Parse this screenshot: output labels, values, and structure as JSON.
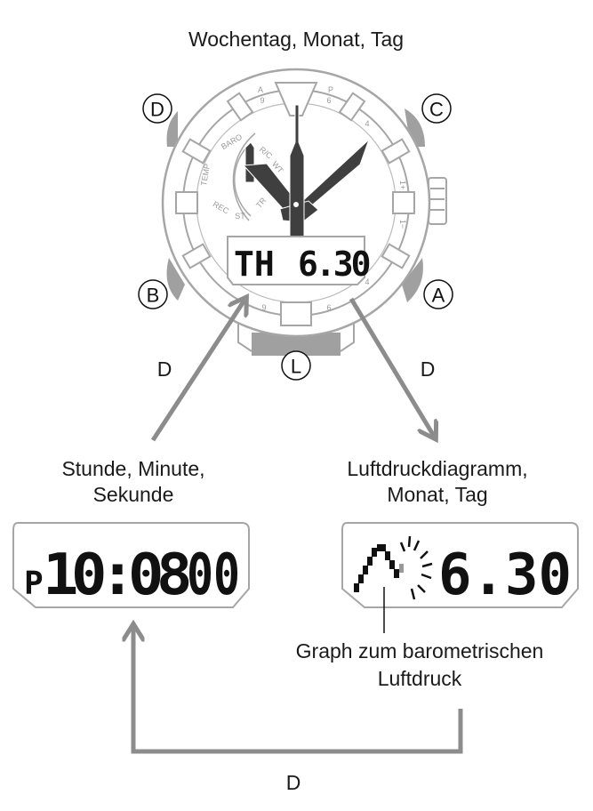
{
  "top_label": "Wochentag, Monat, Tag",
  "buttons": {
    "a": "A",
    "b": "B",
    "c": "C",
    "d": "D",
    "l": "L"
  },
  "watch_lcd": {
    "day": "TH",
    "date": "6.30"
  },
  "dial_marks": {
    "baro": "BARO",
    "temp": "TEMP",
    "rec": "REC",
    "st": "ST",
    "rc": "R/C",
    "wt": "WT",
    "tr": "TR",
    "a": "A",
    "p": "P",
    "n9": "9",
    "n6": "6",
    "n4": "4",
    "plus": "1+",
    "minus": "1−"
  },
  "arrows": {
    "left": "D",
    "right": "D",
    "bottom": "D"
  },
  "left_screen": {
    "caption_line1": "Stunde, Minute,",
    "caption_line2": "Sekunde",
    "pm": "P",
    "time": "10:08",
    "seconds": "00"
  },
  "right_screen": {
    "caption_line1": "Luftdruckdiagramm,",
    "caption_line2": "Monat, Tag",
    "date": "6.30",
    "pointer_line1": "Graph zum barometrischen",
    "pointer_line2": "Luftdruck"
  },
  "colors": {
    "outline": "#a6a6a6",
    "button": "#a0a0a0",
    "hand": "#3f3f3f",
    "arrow": "#8c8c8c",
    "ink": "#111111"
  }
}
